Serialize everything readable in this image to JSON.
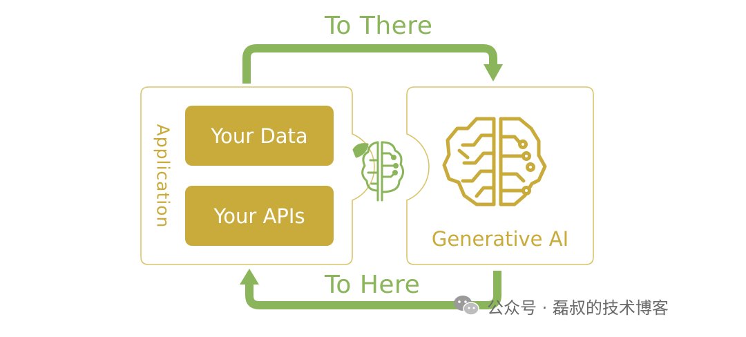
{
  "diagram": {
    "top_arrow_label": "To There",
    "bottom_arrow_label": "To Here",
    "application": {
      "label": "Application",
      "items": [
        "Your Data",
        "Your APIs"
      ]
    },
    "generative_ai": {
      "label": "Generative AI"
    },
    "colors": {
      "gold": "#c9ab3b",
      "green": "#8ab55a",
      "box_border": "#d9c56b"
    }
  },
  "watermark": {
    "text": "公众号 · 磊叔的技术博客",
    "icon": "wechat-icon"
  }
}
